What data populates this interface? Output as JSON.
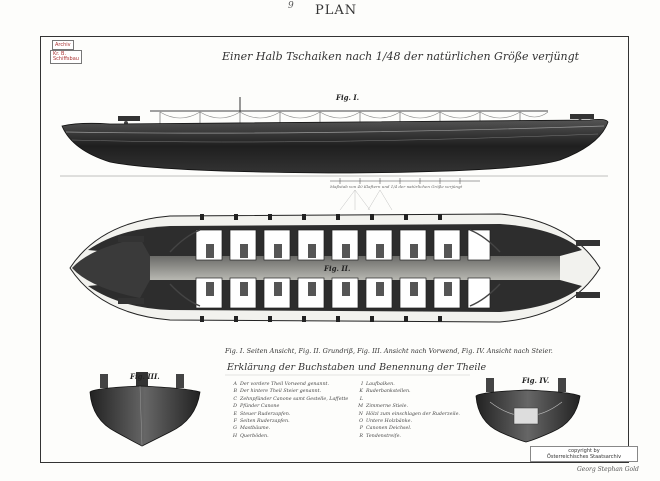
{
  "header": {
    "page_number": "9",
    "plan_label": "PLAN"
  },
  "stamps": {
    "stamp_a": "Archiv",
    "stamp_b_line1": "Kr. B.",
    "stamp_b_line2": "Schiffsbau"
  },
  "title": "Einer Halb Tschaiken nach 1/48 der natürlichen Größe verjüngt",
  "scale_note": "Maßstab von 40 Klaftern und 1/4 der natürlichen Größe verjüngt",
  "caption": "Fig. I. Seiten Ansicht, Fig. II. Grundriß, Fig. III. Ansicht nach Vorwend, Fig. IV. Ansicht nach Steier.",
  "legend": {
    "heading": "Erklärung der Buchstaben und Benennung der Theile",
    "col1": [
      {
        "k": "A",
        "t": "Der vordere Theil Vorwend genannt."
      },
      {
        "k": "B",
        "t": "Der hintere Theil Steier genannt."
      },
      {
        "k": "C",
        "t": "Zehnpfünder Canone"
      },
      {
        "k": "D",
        "t": "Pfünder Canone"
      },
      {
        "k": "E",
        "t": "Steuer Ruderzapfen."
      },
      {
        "k": "F",
        "t": "Seiten Ruderzapfen."
      },
      {
        "k": "G",
        "t": "Mastbäume."
      },
      {
        "k": "H",
        "t": "Querböden."
      }
    ],
    "col1_bracket": "samt Gestelle, Laffette",
    "col2": [
      {
        "k": "I",
        "t": "Laufbalken."
      },
      {
        "k": "K",
        "t": "Ruderbankstellen."
      },
      {
        "k": "L",
        "t": ""
      },
      {
        "k": "M",
        "t": "Zimmerne Stiele."
      },
      {
        "k": "N",
        "t": "Hölzl zum einschlagen der Ruderzeile."
      },
      {
        "k": "O",
        "t": "Untere Holzbänke."
      },
      {
        "k": "P",
        "t": "Canonen Deichsel."
      },
      {
        "k": "R",
        "t": "Tendenstreife."
      }
    ]
  },
  "figures": {
    "fig1": "Fig. I.",
    "fig2": "Fig. II.",
    "fig3": "Fig. III.",
    "fig4": "Fig. IV."
  },
  "copyright": {
    "line1": "copyright by",
    "line2": "Österreichisches Staatsarchiv"
  },
  "signature": "Georg Stephan Gold",
  "colors": {
    "ink": "#1c1c1c",
    "paper": "#fdfdfb",
    "hull": "#2a2a2a",
    "deck": "#8a8a86"
  }
}
